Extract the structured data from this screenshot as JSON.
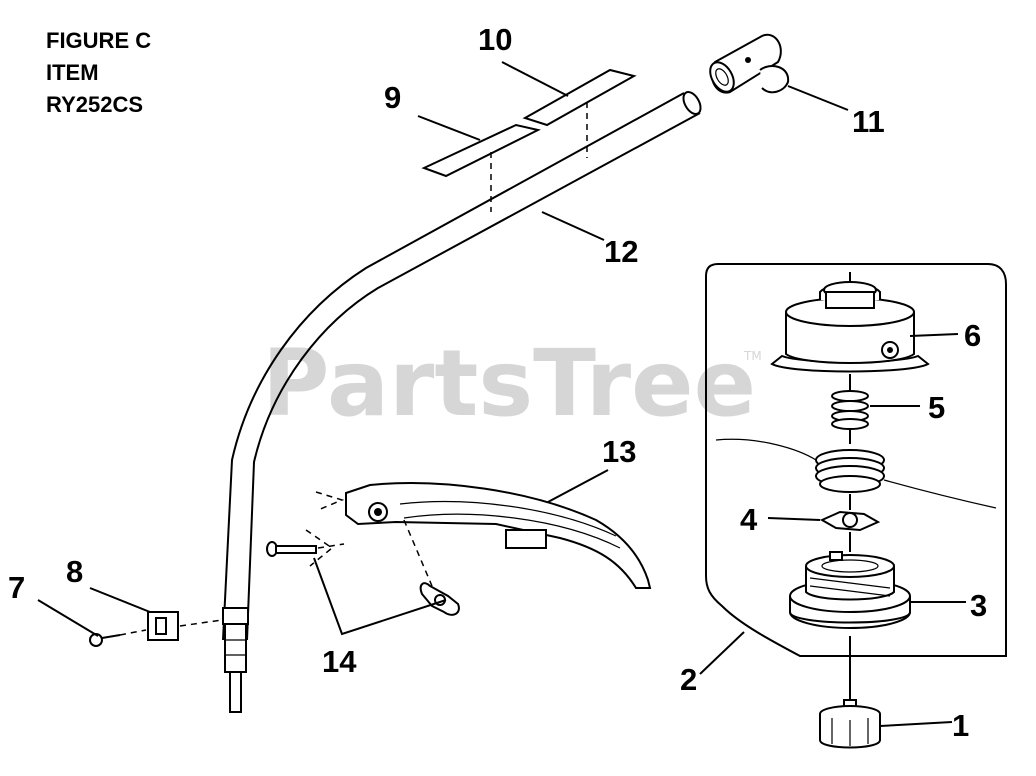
{
  "figure": {
    "title_lines": [
      "FIGURE C",
      "ITEM",
      "RY252CS"
    ]
  },
  "watermark": {
    "text": "PartsTree",
    "trademark": "TM"
  },
  "callouts": {
    "c1": "1",
    "c2": "2",
    "c3": "3",
    "c4": "4",
    "c5": "5",
    "c6": "6",
    "c7": "7",
    "c8": "8",
    "c9": "9",
    "c10": "10",
    "c11": "11",
    "c12": "12",
    "c13": "13",
    "c14": "14"
  }
}
